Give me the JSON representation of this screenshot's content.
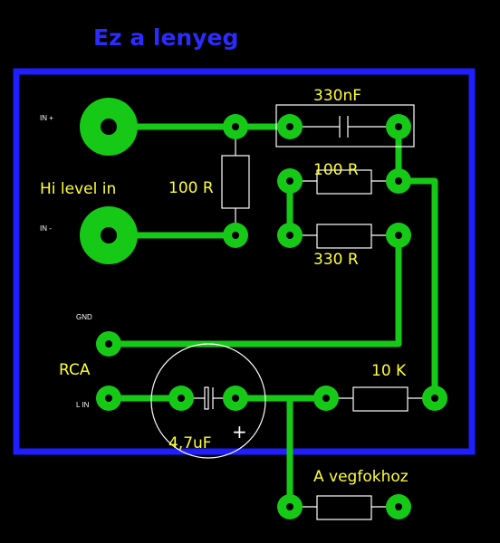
{
  "title": "Ez a lenyeg",
  "labels": {
    "in_plus": "IN +",
    "in_minus": "IN -",
    "hi_level_in": "Hi level in",
    "gnd": "GND",
    "rca": "RCA",
    "l_in": "L IN",
    "a_vegfokhoz": "A vegfokhoz"
  },
  "components": {
    "c_330nf": "330nF",
    "r_100_vertical": "100 R",
    "r_100_horizontal": "100 R",
    "r_330": "330 R",
    "r_10k": "10 K",
    "c_4_7uf": "4,7uF",
    "polarity_plus": "+"
  },
  "colors": {
    "board_outline": "#1e1eff",
    "copper": "#17c917",
    "label": "#ffff33",
    "silkscreen": "#ffffff",
    "background": "#000000"
  }
}
